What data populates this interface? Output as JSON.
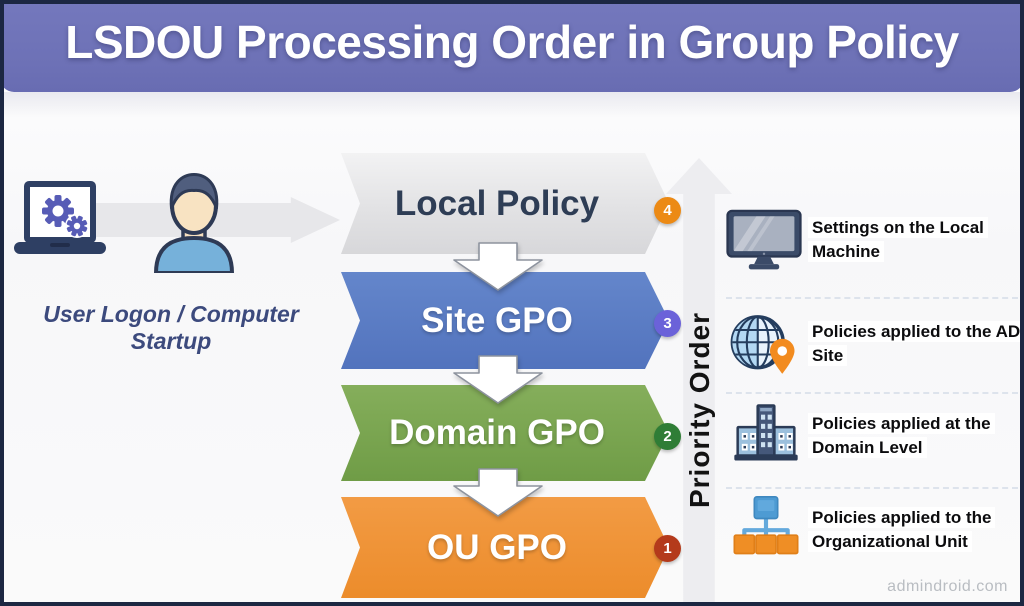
{
  "header": {
    "title": "LSDOU Processing Order in Group Policy"
  },
  "left_flow": {
    "caption": "User Logon / Computer Startup",
    "laptop_icon": "laptop-gears-icon",
    "user_icon": "user-icon",
    "arrow_icon": "right-arrow"
  },
  "process": {
    "priority_label": "Priority Order",
    "steps": [
      {
        "label": "Local Policy",
        "badge": "4",
        "banner_color": "#e4e4e6",
        "badge_color": "#ec8a15",
        "text_color": "#2e3d55"
      },
      {
        "label": "Site GPO",
        "badge": "3",
        "banner_color": "#5b7cc4",
        "badge_color": "#6b62d9",
        "text_color": "#ffffff"
      },
      {
        "label": "Domain GPO",
        "badge": "2",
        "banner_color": "#7aa550",
        "badge_color": "#2f7d36",
        "text_color": "#ffffff"
      },
      {
        "label": "OU GPO",
        "badge": "1",
        "banner_color": "#ef9336",
        "badge_color": "#b43a1b",
        "text_color": "#ffffff"
      }
    ]
  },
  "legend": {
    "items": [
      {
        "icon": "monitor-icon",
        "text": "Settings on the Local Machine"
      },
      {
        "icon": "globe-location-icon",
        "text": "Policies applied to the AD Site"
      },
      {
        "icon": "buildings-icon",
        "text": "Policies applied at the Domain Level"
      },
      {
        "icon": "org-chart-icon",
        "text": "Policies applied to the Organizational Unit"
      }
    ]
  },
  "footer": {
    "watermark": "admindroid.com"
  },
  "colors": {
    "header_bg": "#6d71b6",
    "frame_border": "#1c2742",
    "priority_arrow": "#ededf0",
    "caption_text": "#3c4a7d",
    "flow_arrow": "#e7e7ea"
  }
}
